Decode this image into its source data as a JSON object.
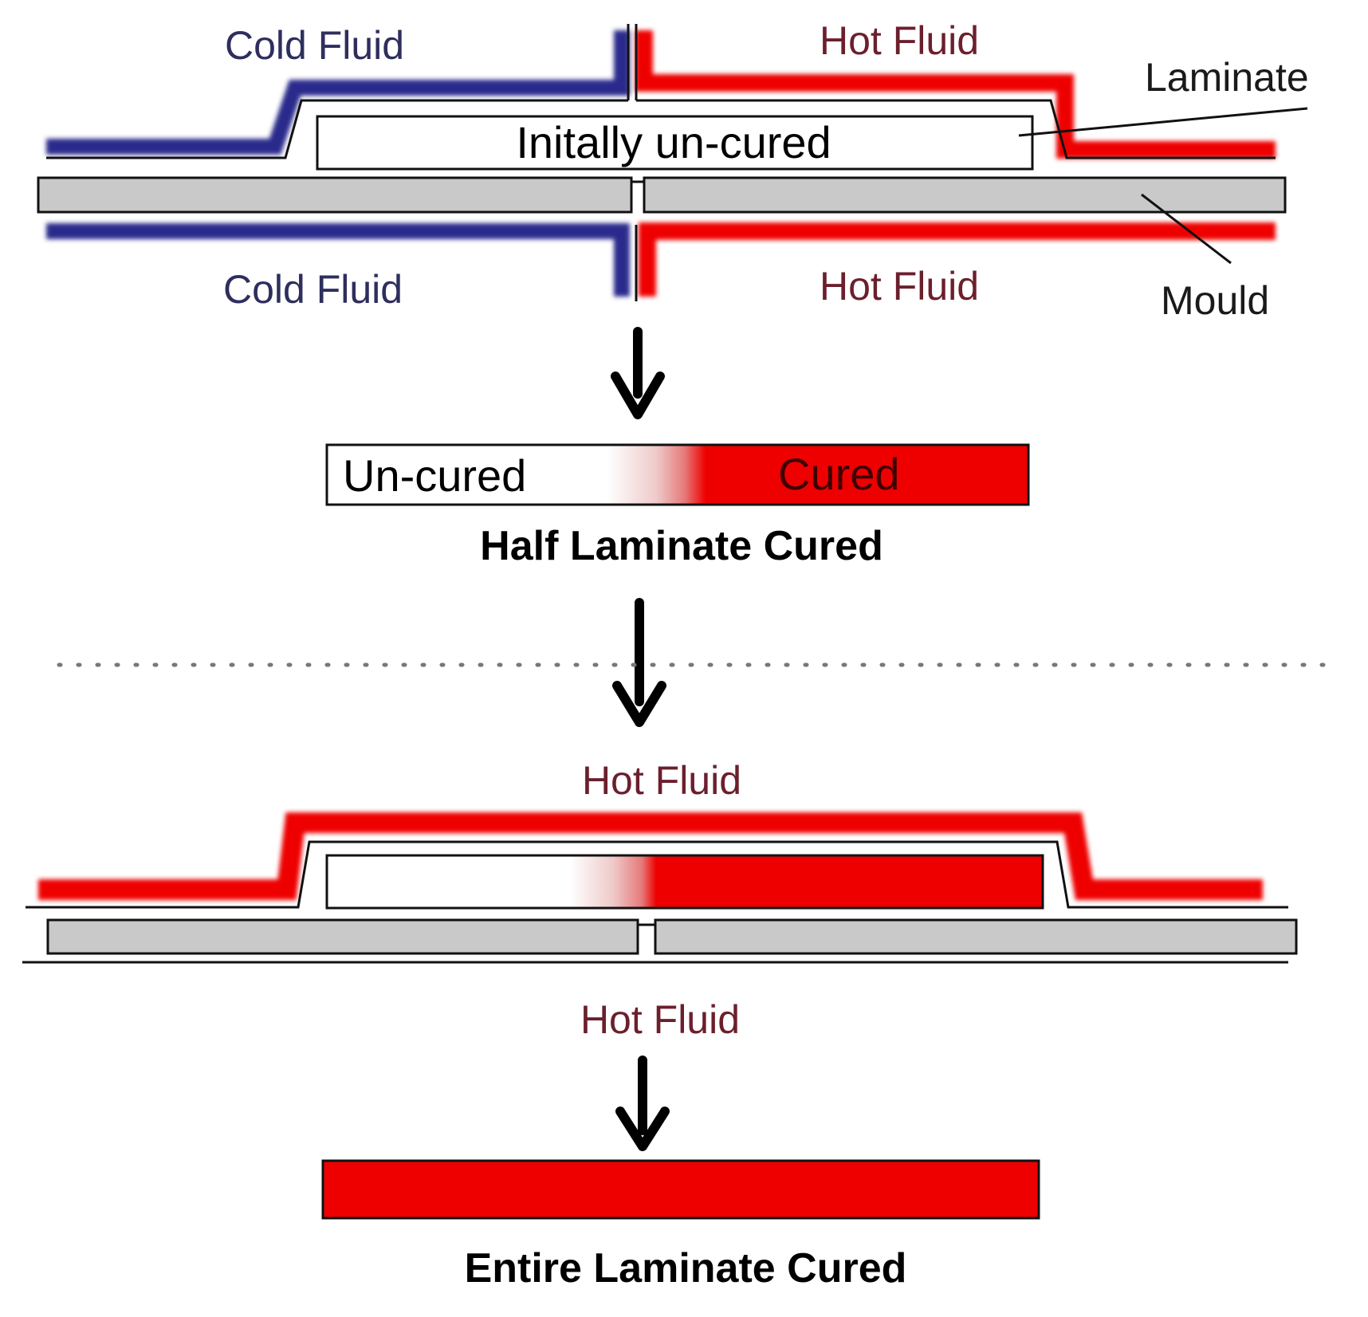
{
  "stage1": {
    "cold_fluid_top": "Cold Fluid",
    "hot_fluid_top": "Hot Fluid",
    "cold_fluid_bottom": "Cold Fluid",
    "hot_fluid_bottom": "Hot Fluid",
    "laminate_label": "Laminate",
    "mould_label": "Mould",
    "laminate_state": "Initally un-cured"
  },
  "stage2": {
    "uncured_label": "Un-cured",
    "cured_label": "Cured",
    "caption": "Half Laminate Cured"
  },
  "stage3": {
    "hot_fluid_top": "Hot Fluid",
    "hot_fluid_bottom": "Hot Fluid"
  },
  "stage4": {
    "caption": "Entire Laminate Cured"
  },
  "colors": {
    "cold": "#2b2b8c",
    "hot": "#ee0000",
    "mould": "#c9c9c9"
  }
}
